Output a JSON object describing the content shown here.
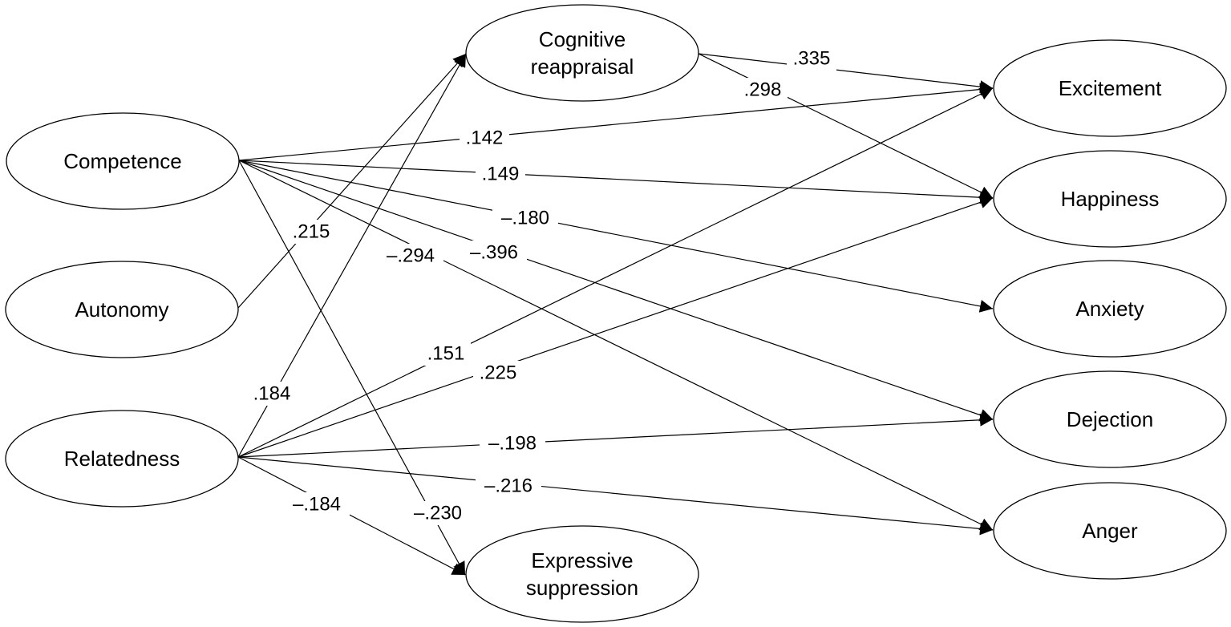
{
  "nodes": [
    {
      "id": "cognitive",
      "lines": [
        "Cognitive",
        "reappraisal"
      ]
    },
    {
      "id": "suppression",
      "lines": [
        "Expressive",
        "suppression"
      ]
    },
    {
      "id": "competence",
      "lines": [
        "Competence"
      ]
    },
    {
      "id": "autonomy",
      "lines": [
        "Autonomy"
      ]
    },
    {
      "id": "relatedness",
      "lines": [
        "Relatedness"
      ]
    },
    {
      "id": "excitement",
      "lines": [
        "Excitement"
      ]
    },
    {
      "id": "happiness",
      "lines": [
        "Happiness"
      ]
    },
    {
      "id": "anxiety",
      "lines": [
        "Anxiety"
      ]
    },
    {
      "id": "dejection",
      "lines": [
        "Dejection"
      ]
    },
    {
      "id": "anger",
      "lines": [
        "Anger"
      ]
    }
  ],
  "edges": [
    {
      "id": "cog-exc",
      "from": "cognitive",
      "to": "excitement",
      "label": ".335"
    },
    {
      "id": "cog-hap",
      "from": "cognitive",
      "to": "happiness",
      "label": ".298"
    },
    {
      "id": "com-exc",
      "from": "competence",
      "to": "excitement",
      "label": ".142"
    },
    {
      "id": "com-hap",
      "from": "competence",
      "to": "happiness",
      "label": ".149"
    },
    {
      "id": "com-anx",
      "from": "competence",
      "to": "anxiety",
      "label": "–.180"
    },
    {
      "id": "com-dej",
      "from": "competence",
      "to": "dejection",
      "label": "–.396"
    },
    {
      "id": "com-ang",
      "from": "competence",
      "to": "anger",
      "label": "–.294"
    },
    {
      "id": "com-sup",
      "from": "competence",
      "to": "suppression",
      "label": "–.230"
    },
    {
      "id": "aut-cog",
      "from": "autonomy",
      "to": "cognitive",
      "label": ".215"
    },
    {
      "id": "rel-cog",
      "from": "relatedness",
      "to": "cognitive",
      "label": ".184"
    },
    {
      "id": "rel-exc",
      "from": "relatedness",
      "to": "excitement",
      "label": ".151"
    },
    {
      "id": "rel-hap",
      "from": "relatedness",
      "to": "happiness",
      "label": ".225"
    },
    {
      "id": "rel-dej",
      "from": "relatedness",
      "to": "dejection",
      "label": "–.198"
    },
    {
      "id": "rel-ang",
      "from": "relatedness",
      "to": "anger",
      "label": "–.216"
    },
    {
      "id": "rel-sup",
      "from": "relatedness",
      "to": "suppression",
      "label": "–.184"
    }
  ]
}
